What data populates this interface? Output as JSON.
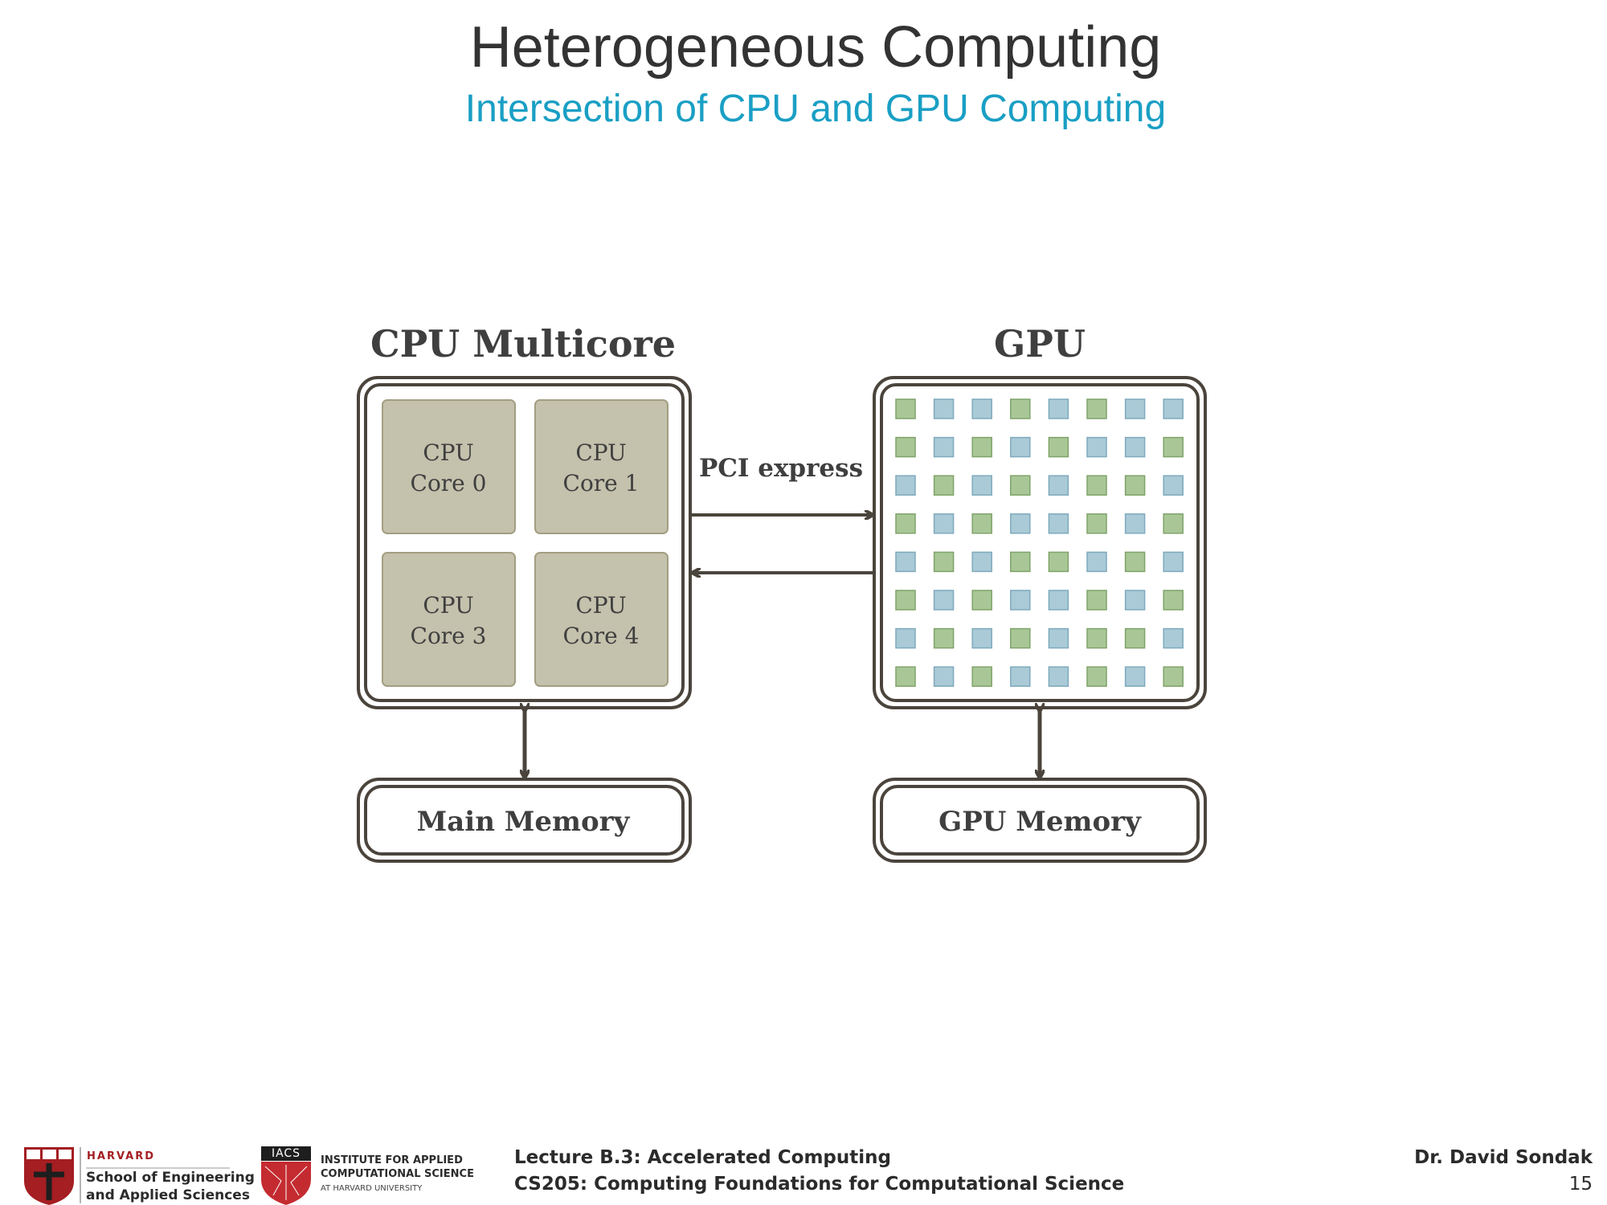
{
  "slide": {
    "title": "Heterogeneous Computing",
    "subtitle": "Intersection of CPU and GPU Computing",
    "page_number": "15"
  },
  "diagram": {
    "cpu_heading": "CPU Multicore",
    "gpu_heading": "GPU",
    "cpu_cores": [
      {
        "line1": "CPU",
        "line2": "Core 0"
      },
      {
        "line1": "CPU",
        "line2": "Core 1"
      },
      {
        "line1": "CPU",
        "line2": "Core 3"
      },
      {
        "line1": "CPU",
        "line2": "Core 4"
      }
    ],
    "link_label": "PCI express",
    "main_memory": "Main Memory",
    "gpu_memory": "GPU Memory",
    "gpu_grid": [
      "GBBGBGBB",
      "GBGBGBBG",
      "BGBGBGGB",
      "GBGBBGBG",
      "BGBGGBGB",
      "GBGBBGBG",
      "BGBGBGGB",
      "GBGBBGBG"
    ],
    "colors": {
      "core_fill": "#c4c1ac",
      "core_border": "#a39e82",
      "frame": "#4a443c",
      "gpu_green": "#a9c796",
      "gpu_blue": "#a9cad6"
    }
  },
  "footer": {
    "lecture": "Lecture B.3: Accelerated Computing",
    "course": "CS205: Computing Foundations for Computational Science",
    "author": "Dr. David Sondak",
    "harvard_label": "HARVARD",
    "seas_line1": "School of Engineering",
    "seas_line2": "and Applied Sciences",
    "iacs_abbrev": "IACS",
    "iacs_line1": "INSTITUTE FOR APPLIED",
    "iacs_line2": "COMPUTATIONAL SCIENCE",
    "iacs_line3": "AT HARVARD UNIVERSITY"
  }
}
